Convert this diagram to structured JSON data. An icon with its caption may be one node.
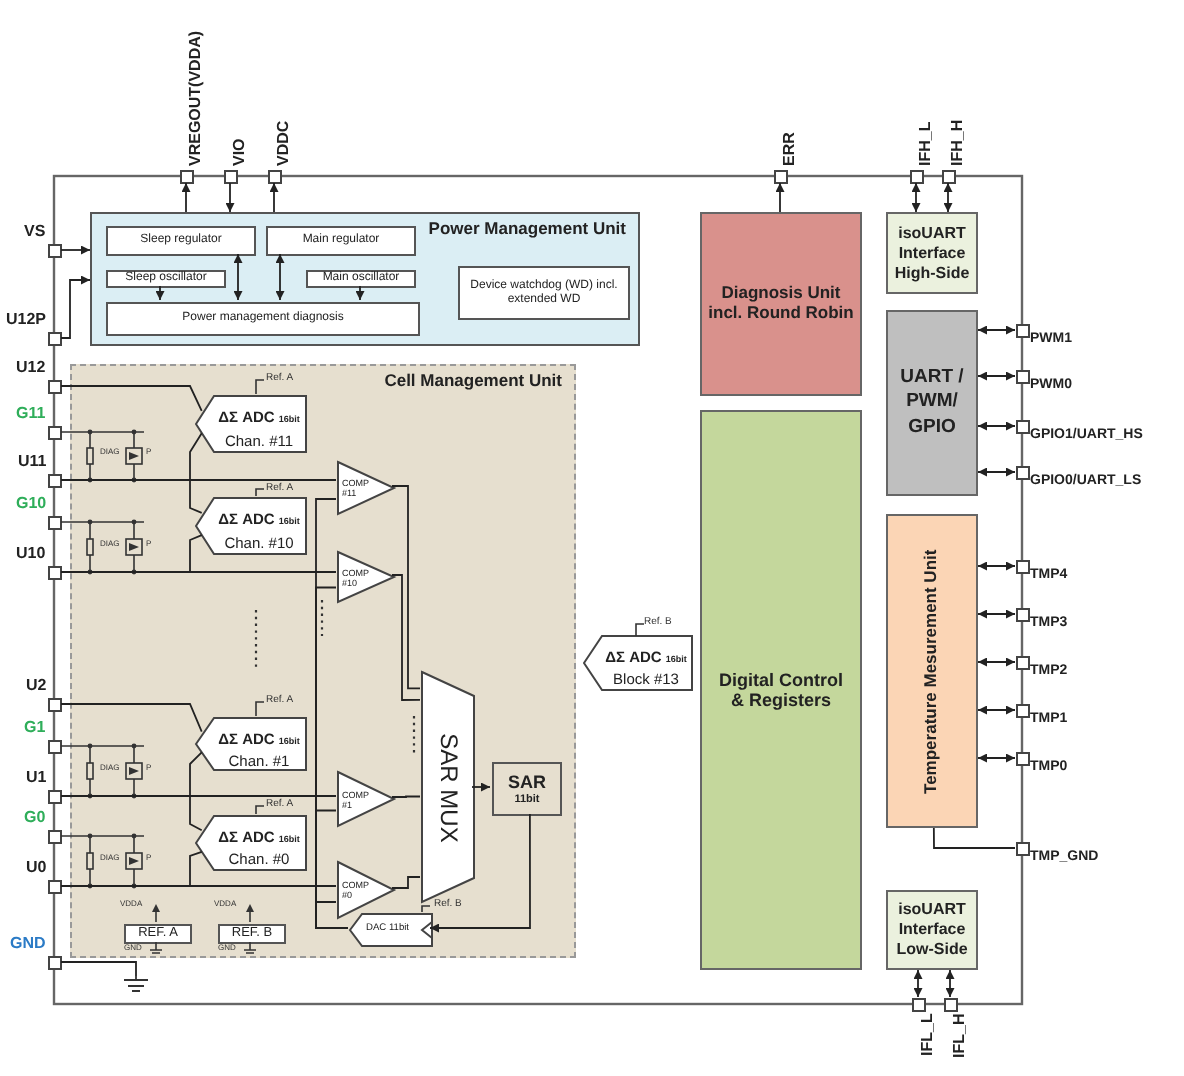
{
  "diagram": {
    "nodes": [
      {
        "text": [
          "VREGOUT(VDDA)"
        ]
      },
      {
        "text": [
          "VIO"
        ]
      },
      {
        "text": [
          "VDDC"
        ]
      },
      {
        "text": [
          "ERR"
        ]
      },
      {
        "text": [
          "IFH_L"
        ]
      },
      {
        "text": [
          "IFH_H"
        ]
      },
      {
        "text": [
          "VS"
        ]
      },
      {
        "text": [
          "U12P"
        ]
      },
      {
        "text": [
          "Power Management Unit"
        ]
      },
      {
        "text": [
          "Sleep regulator"
        ],
        "in": 8
      },
      {
        "text": [
          "Main regulator"
        ],
        "in": 8
      },
      {
        "text": [
          "Sleep oscillator"
        ],
        "in": 8
      },
      {
        "text": [
          "Main oscillator"
        ],
        "in": 8
      },
      {
        "text": [
          "Device watchdog (WD) incl. extended WD"
        ],
        "in": 8
      },
      {
        "text": [
          "Power management diagnosis"
        ],
        "in": 8
      },
      {
        "text": [
          "Diagnosis Unit incl. Round Robin"
        ]
      },
      {
        "text": [
          "isoUART Interface High-Side"
        ]
      },
      {
        "text": [
          "PWM1"
        ]
      },
      {
        "text": [
          "PWM0"
        ]
      },
      {
        "text": [
          "UART / PWM/ GPIO"
        ]
      },
      {
        "text": [
          "GPIO1/UART_HS"
        ]
      },
      {
        "text": [
          "GPIO0/UART_LS"
        ]
      },
      {
        "text": [
          "U12"
        ]
      },
      {
        "text": [
          "Cell Management Unit"
        ]
      },
      {
        "text": [
          "ΔΣ ADC",
          "16bit",
          "Chan. #11"
        ],
        "in": 23
      },
      {
        "text": [
          "G11"
        ]
      },
      {
        "text": [
          "U11"
        ]
      },
      {
        "text": [
          "COMP #11"
        ],
        "in": 23
      },
      {
        "text": [
          "G10"
        ]
      },
      {
        "text": [
          "ΔΣ ADC",
          "16bit",
          "Chan. #10"
        ],
        "in": 23
      },
      {
        "text": [
          "U10"
        ]
      },
      {
        "text": [
          "COMP #10"
        ],
        "in": 23
      },
      {
        "text": [
          "U2"
        ]
      },
      {
        "text": [
          "ΔΣ ADC",
          "16bit",
          "Chan. #1"
        ],
        "in": 23
      },
      {
        "text": [
          "G1"
        ]
      },
      {
        "text": [
          "SAR MUX"
        ],
        "in": 23
      },
      {
        "text": [
          "U1"
        ]
      },
      {
        "text": [
          "COMP #1"
        ],
        "in": 23
      },
      {
        "text": [
          "SAR",
          "11bit"
        ],
        "in": 23
      },
      {
        "text": [
          "G0"
        ]
      },
      {
        "text": [
          "ΔΣ ADC",
          "16bit",
          "Chan. #0"
        ],
        "in": 23
      },
      {
        "text": [
          "U0"
        ]
      },
      {
        "text": [
          "COMP #0"
        ],
        "in": 23
      },
      {
        "text": [
          "REF. A"
        ],
        "in": 23
      },
      {
        "text": [
          "REF. B"
        ],
        "in": 23
      },
      {
        "text": [
          "DAC 11bit"
        ],
        "in": 23
      },
      {
        "text": [
          "ΔΣ ADC",
          "16bit",
          "Block #13"
        ]
      },
      {
        "text": [
          "Digital Control & Registers"
        ]
      },
      {
        "text": [
          "TMP4"
        ]
      },
      {
        "text": [
          "TMP3"
        ]
      },
      {
        "text": [
          "TMP2"
        ]
      },
      {
        "text": [
          "TMP1"
        ]
      },
      {
        "text": [
          "TMP0"
        ]
      },
      {
        "text": [
          "Temperature Mesurement Unit"
        ]
      },
      {
        "text": [
          "TMP_GND"
        ]
      },
      {
        "text": [
          "GND"
        ]
      },
      {
        "text": [
          "isoUART Interface Low-Side"
        ]
      },
      {
        "text": [
          "IFL_L"
        ]
      },
      {
        "text": [
          "IFL_H"
        ]
      },
      {
        "text": [],
        "shape": "ground"
      }
    ],
    "edges": [
      {
        "from": 8,
        "to": 0,
        "arrow": "to"
      },
      {
        "from": 1,
        "to": 8,
        "arrow": "to"
      },
      {
        "from": 8,
        "to": 2,
        "arrow": "to"
      },
      {
        "from": 6,
        "to": 8,
        "arrow": "to"
      },
      {
        "from": 7,
        "to": 8,
        "arrow": "to"
      },
      {
        "from": 9,
        "to": 14,
        "arrow": "both"
      },
      {
        "from": 10,
        "to": 14,
        "arrow": "both"
      },
      {
        "from": 11,
        "to": 14,
        "arrow": "to"
      },
      {
        "from": 12,
        "to": 14,
        "arrow": "to"
      },
      {
        "from": 15,
        "to": 3,
        "arrow": "to"
      },
      {
        "from": 4,
        "to": 16,
        "arrow": "both"
      },
      {
        "from": 5,
        "to": 16,
        "arrow": "both"
      },
      {
        "from": 19,
        "to": 17,
        "arrow": "both"
      },
      {
        "from": 19,
        "to": 18,
        "arrow": "both"
      },
      {
        "from": 19,
        "to": 20,
        "arrow": "both"
      },
      {
        "from": 19,
        "to": 21,
        "arrow": "both"
      },
      {
        "from": 53,
        "to": 48,
        "arrow": "both"
      },
      {
        "from": 53,
        "to": 49,
        "arrow": "both"
      },
      {
        "from": 53,
        "to": 50,
        "arrow": "both"
      },
      {
        "from": 53,
        "to": 51,
        "arrow": "both"
      },
      {
        "from": 53,
        "to": 52,
        "arrow": "both"
      },
      {
        "from": 53,
        "to": 54,
        "arrow": "none"
      },
      {
        "from": 56,
        "to": 57,
        "arrow": "both"
      },
      {
        "from": 56,
        "to": 58,
        "arrow": "both"
      },
      {
        "from": 22,
        "to": 24,
        "arrow": "none"
      },
      {
        "from": 26,
        "to": 24,
        "arrow": "none"
      },
      {
        "from": 26,
        "to": 27,
        "arrow": "none"
      },
      {
        "from": 26,
        "to": 29,
        "arrow": "none"
      },
      {
        "from": 30,
        "to": 29,
        "arrow": "none"
      },
      {
        "from": 30,
        "to": 31,
        "arrow": "none"
      },
      {
        "from": 32,
        "to": 33,
        "arrow": "none"
      },
      {
        "from": 36,
        "to": 33,
        "arrow": "none"
      },
      {
        "from": 36,
        "to": 37,
        "arrow": "none"
      },
      {
        "from": 36,
        "to": 40,
        "arrow": "none"
      },
      {
        "from": 41,
        "to": 40,
        "arrow": "none"
      },
      {
        "from": 41,
        "to": 42,
        "arrow": "none"
      },
      {
        "from": 27,
        "to": 35,
        "arrow": "none"
      },
      {
        "from": 31,
        "to": 35,
        "arrow": "none"
      },
      {
        "from": 37,
        "to": 35,
        "arrow": "none"
      },
      {
        "from": 42,
        "to": 35,
        "arrow": "none"
      },
      {
        "from": 35,
        "to": 38,
        "arrow": "to"
      },
      {
        "from": 38,
        "to": 45,
        "arrow": "to"
      },
      {
        "from": 45,
        "to": 42,
        "arrow": "none"
      },
      {
        "from": 45,
        "to": 37,
        "arrow": "none"
      },
      {
        "from": 45,
        "to": 31,
        "arrow": "none"
      },
      {
        "from": 45,
        "to": 27,
        "arrow": "none"
      },
      {
        "from": 55,
        "to": 59,
        "arrow": "none"
      }
    ],
    "labels": [
      "Ref. A",
      "DIAG",
      "P",
      "Ref. A",
      "DIAG",
      "P",
      "Ref. B",
      "Ref. A",
      "DIAG",
      "P",
      "Ref. A",
      "DIAG",
      "P",
      "VDDA",
      "GND",
      "VDDA",
      "GND",
      "Ref. B"
    ]
  }
}
